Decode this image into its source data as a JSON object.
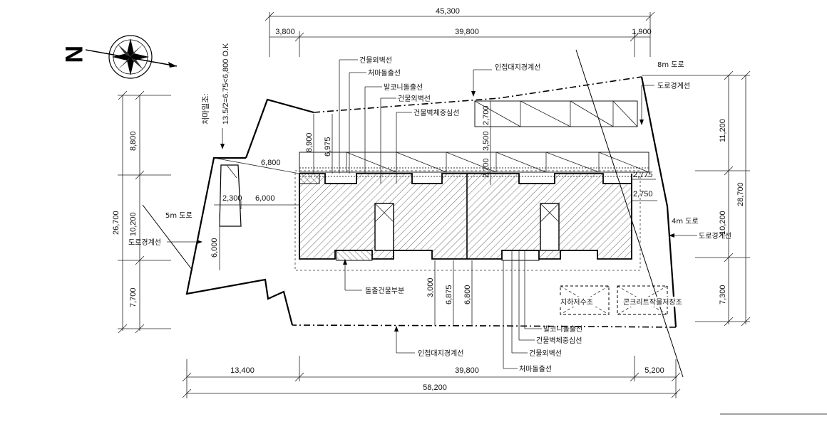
{
  "dimensions": {
    "top_total": "45,300",
    "top_left": "3,800",
    "top_mid": "39,800",
    "top_right": "1,900",
    "bottom_left": "13,400",
    "bottom_mid": "39,800",
    "bottom_right": "5,200",
    "bottom_total": "58,200",
    "left_total": "26,700",
    "left_top": "8,800",
    "left_mid": "10,200",
    "left_bottom": "7,700",
    "right_total": "28,700",
    "right_top": "11,200",
    "right_mid": "10,200",
    "right_bottom": "7,300",
    "v_8900": "8,900",
    "v_6975": "6,975",
    "v_2700a": "2,700",
    "v_3500": "3,500",
    "v_2700b": "2,700",
    "h_6800": "6,800",
    "h_2300": "2,300",
    "h_6000": "6,000",
    "v_6000": "6,000",
    "v_3000": "3,000",
    "v_6875": "6,875",
    "v_6800": "6,800",
    "h_2775": "2,775",
    "h_2750": "2,750",
    "slope_note": "13.5/2=6.75<6,800 O.K",
    "slope_title": "처마일조:"
  },
  "labels": {
    "building_outer_1": "건물외벽선",
    "eaves_1": "처마돌출선",
    "adjacent_top": "인접대지경계선",
    "balcony_1": "발코니돌출선",
    "building_outer_2": "건물외벽선",
    "building_center_1": "건물벽체중심선",
    "road_8m": "8m 도로",
    "road_boundary_right_top": "도로경계선",
    "road_5m": "5m 도로",
    "road_boundary_left": "도로경계선",
    "road_4m": "4m 도로",
    "road_boundary_right": "도로경계선",
    "protrusion": "돌출건물부분",
    "underground_tank": "지하저수조",
    "concrete_tank": "콘크리트작물저장조",
    "balcony_2": "발코니돌출선",
    "building_center_2": "건물벽체중심선",
    "building_outer_3": "건물외벽선",
    "eaves_2": "처마돌출선",
    "adjacent_bottom": "인접대지경계선",
    "north": "N"
  }
}
